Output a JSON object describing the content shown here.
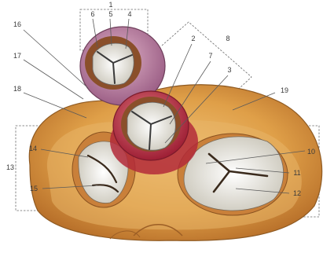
{
  "figure": {
    "labels": {
      "top_bracket": "1",
      "pv_cusp_left": "6",
      "pv_cusp_mid": "5",
      "pv_cusp_right": "4",
      "aortic_bracket": "8",
      "av_cusp_1": "2",
      "av_cusp_2": "7",
      "av_cusp_3": "3",
      "upper_left_a": "16",
      "upper_left_b": "17",
      "upper_left_c": "18",
      "right_top": "19",
      "left_bracket": "13",
      "mitral_upper": "14",
      "mitral_lower": "15",
      "tricuspid_a": "10",
      "tricuspid_b": "11",
      "tricuspid_c": "12"
    },
    "colors": {
      "heart_base": "#d99a45",
      "annulus": "#e8b468",
      "valve_leaflet": "#f2efe6",
      "aortic_root": "#b32a3a",
      "pulmonary_root": "#c68aa8"
    }
  }
}
